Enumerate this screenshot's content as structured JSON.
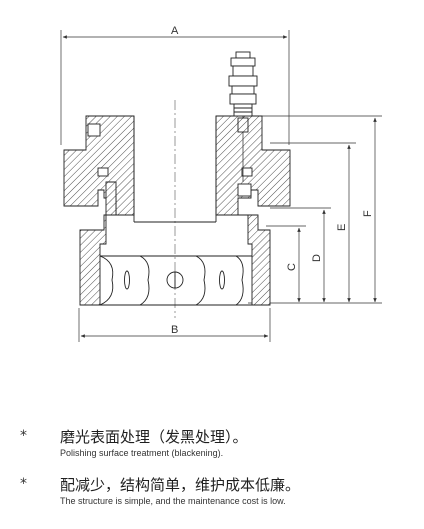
{
  "drawing": {
    "dimensions": {
      "a": "A",
      "b": "B",
      "c": "C",
      "d": "D",
      "e": "E",
      "f": "F"
    }
  },
  "features": [
    {
      "bullet": "*",
      "text_cn": "磨光表面处理（发黑处理）。",
      "text_en": "Polishing surface treatment (blackening)."
    },
    {
      "bullet": "*",
      "text_cn": "配减少，结构简单，维护成本低廉。",
      "text_en": "The structure is simple, and the maintenance cost is low."
    }
  ]
}
